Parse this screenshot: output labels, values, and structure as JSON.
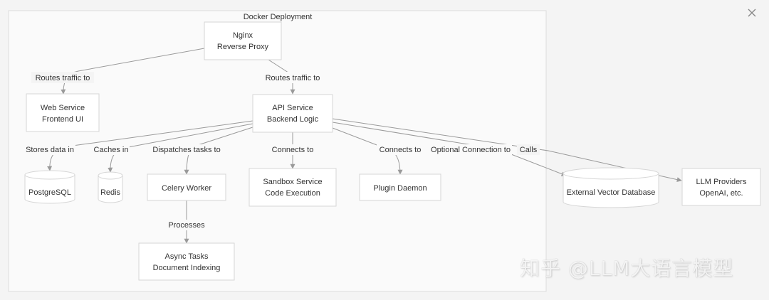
{
  "cluster": {
    "title": "Docker Deployment"
  },
  "nodes": {
    "nginx": [
      "Nginx",
      "Reverse Proxy"
    ],
    "web": [
      "Web Service",
      "Frontend UI"
    ],
    "api": [
      "API Service",
      "Backend Logic"
    ],
    "postgres": [
      "PostgreSQL"
    ],
    "redis": [
      "Redis"
    ],
    "celery": [
      "Celery Worker"
    ],
    "sandbox": [
      "Sandbox Service",
      "Code Execution"
    ],
    "plugin": [
      "Plugin Daemon"
    ],
    "async": [
      "Async Tasks",
      "Document Indexing"
    ],
    "vectordb": [
      "External Vector Database"
    ],
    "llm": [
      "LLM Providers",
      "OpenAI, etc."
    ]
  },
  "edges": {
    "nginx_web": "Routes traffic to",
    "nginx_api": "Routes traffic to",
    "api_postgres": "Stores data in",
    "api_redis": "Caches in",
    "api_celery": "Dispatches tasks to",
    "api_sandbox": "Connects to",
    "api_plugin": "Connects to",
    "api_vectordb": "Optional Connection to",
    "api_llm": "Calls",
    "celery_async": "Processes"
  },
  "watermark": "知乎 @LLM大语言模型",
  "close_icon": "close-icon"
}
